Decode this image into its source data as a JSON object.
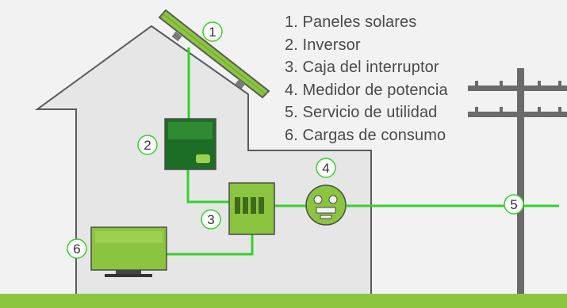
{
  "legend": [
    "1. Paneles solares",
    "2. Inversor",
    "3. Caja del interruptor",
    "4. Medidor de potencia",
    "5. Servicio de utilidad",
    "6. Cargas de consumo"
  ],
  "markers": {
    "panels": "1",
    "inverter": "2",
    "breaker": "3",
    "meter": "4",
    "utility": "5",
    "loads": "6"
  },
  "colors": {
    "background": "#f2f2f2",
    "house_fill": "#e6e6e6",
    "outline": "#5a5a5a",
    "wire": "#36d12b",
    "inverter": "#1c6e25",
    "device": "#8bc43f",
    "device_dark": "#5f8f24",
    "ground": "#8cc63f",
    "pole": "#666666"
  }
}
